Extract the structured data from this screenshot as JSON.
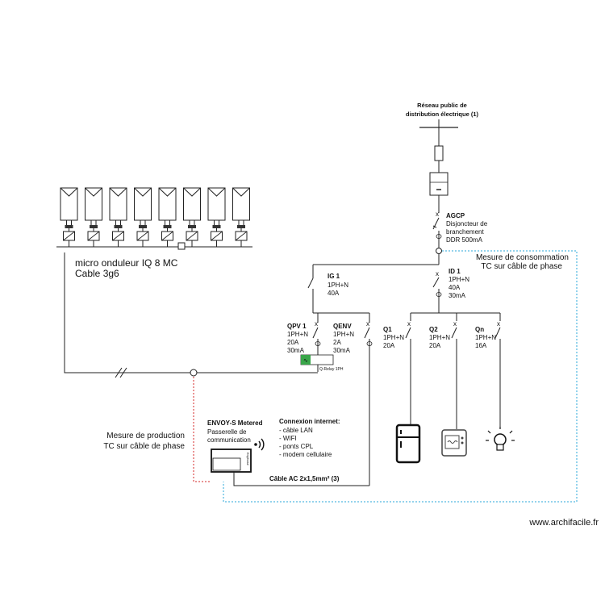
{
  "grid": {
    "title": "Réseau public de",
    "subtitle": "distribution électrique (1)"
  },
  "agcp": {
    "name": "AGCP",
    "l1": "Disjoncteur de",
    "l2": "branchement",
    "l3": "DDR 500mA"
  },
  "consumption_measure": {
    "l1": "Mesure de consommation",
    "l2": "TC sur câble de phase",
    "color": "#2aa7d8"
  },
  "production_measure": {
    "l1": "Mesure de production",
    "l2": "TC sur câble de phase",
    "color": "#d42a2a"
  },
  "ig1": {
    "name": "IG 1",
    "l1": "1PH+N",
    "l2": "40A"
  },
  "id1": {
    "name": "ID 1",
    "l1": "1PH+N",
    "l2": "40A",
    "l3": "30mA"
  },
  "qpv1": {
    "name": "QPV 1",
    "l1": "1PH+N",
    "l2": "20A",
    "l3": "30mA"
  },
  "qenv": {
    "name": "QENV",
    "l1": "1PH+N",
    "l2": "2A",
    "l3": "30mA"
  },
  "qrelay": {
    "label": "Q-Relay 1PH"
  },
  "q1": {
    "name": "Q1",
    "l1": "1PH+N",
    "l2": "20A"
  },
  "q2": {
    "name": "Q2",
    "l1": "1PH+N",
    "l2": "20A"
  },
  "qn": {
    "name": "Qn",
    "l1": "1PH+N",
    "l2": "16A"
  },
  "pv": {
    "line1": "micro onduleur IQ 8 MC",
    "line2": "Cable 3g6",
    "panel_count": 8
  },
  "envoy": {
    "name": "ENVOY-S Metered",
    "l1": "Passerelle de",
    "l2": "communication",
    "device_label": "Enphase"
  },
  "internet": {
    "title": "Connexion internet:",
    "items": [
      "- câble LAN",
      "- WIFI",
      "- ponts CPL",
      "- modem cellulaire"
    ]
  },
  "cable": {
    "label": "Câble AC 2x1,5mm² (3)"
  },
  "watermark": "www.archifacile.fr"
}
